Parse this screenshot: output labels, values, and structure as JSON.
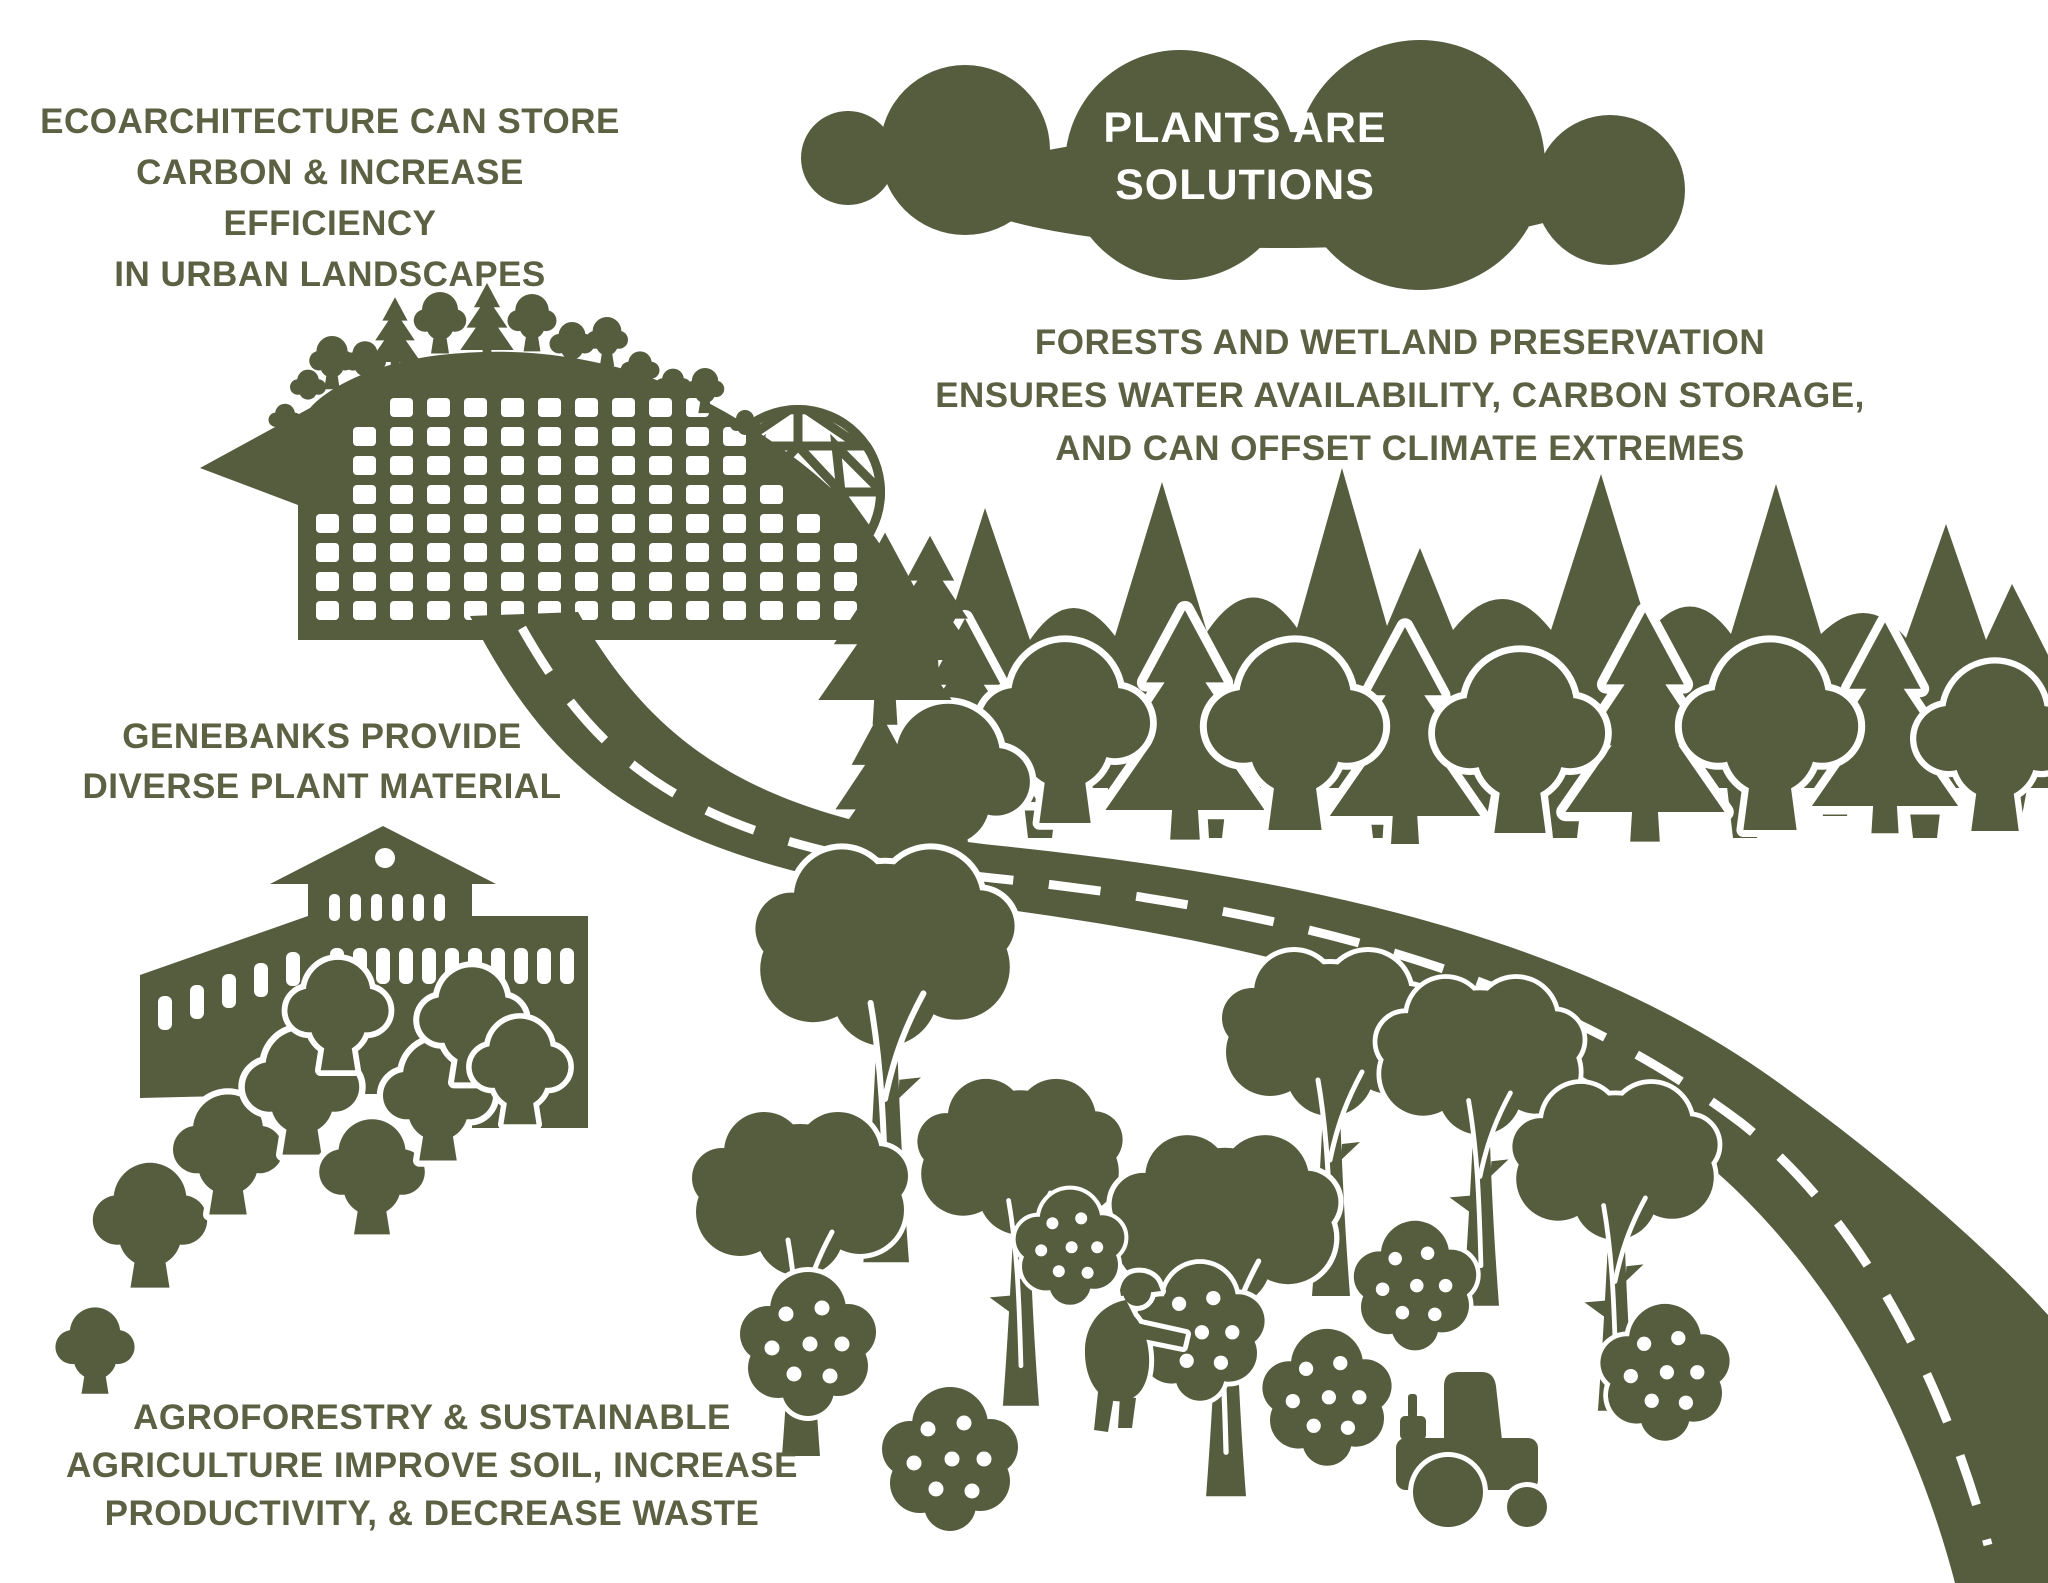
{
  "title": {
    "lines": [
      "PLANTS ARE",
      "SOLUTIONS"
    ]
  },
  "captions": {
    "ecoarchitecture": {
      "lines": [
        "ECOARCHITECTURE CAN STORE",
        "CARBON & INCREASE EFFICIENCY",
        "IN URBAN LANDSCAPES"
      ]
    },
    "forests": {
      "lines": [
        "FORESTS AND WETLAND PRESERVATION",
        "ENSURES WATER AVAILABILITY, CARBON STORAGE,",
        "AND CAN OFFSET CLIMATE EXTREMES"
      ]
    },
    "genebanks": {
      "lines": [
        "GENEBANKS PROVIDE",
        "DIVERSE PLANT MATERIAL"
      ]
    },
    "agroforestry": {
      "lines": [
        "AGROFORESTRY & SUSTAINABLE",
        "AGRICULTURE IMPROVE SOIL, INCREASE",
        "PRODUCTIVITY, & DECREASE WASTE"
      ]
    }
  },
  "colors": {
    "olive": "#565C3E",
    "text": "#5B6142",
    "white": "#FFFFFF",
    "background": "#FFFFFF"
  },
  "illustration": {
    "parts": [
      "title-cloud",
      "eco-building",
      "geodesic-dome",
      "rooftop-trees",
      "forest-band",
      "road",
      "genebank-building",
      "orchard-trees",
      "agroforestry-trees",
      "fruit-shrubs",
      "farmer",
      "tractor"
    ]
  }
}
